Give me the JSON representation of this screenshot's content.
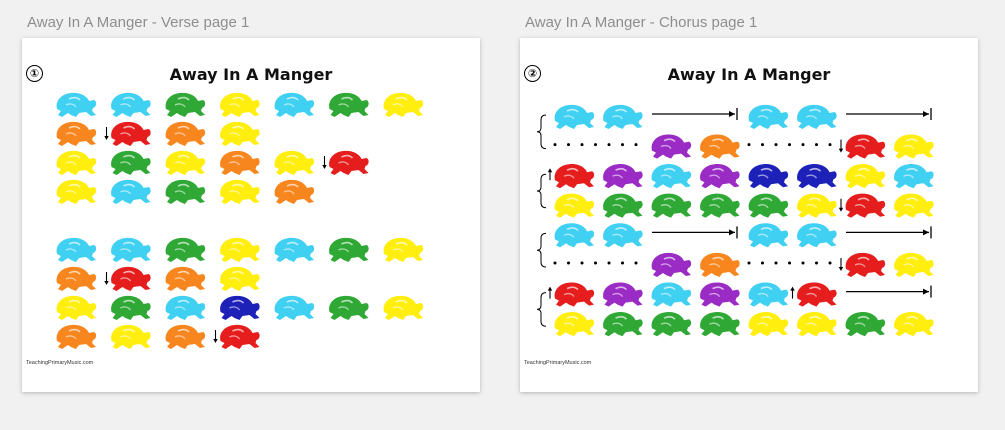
{
  "palette": {
    "C": "#3fd0f2",
    "G": "#2fa836",
    "Y": "#ffee0e",
    "O": "#f7861f",
    "R": "#e51d1d",
    "P": "#9a2bc4",
    "B": "#1d21b8"
  },
  "pages": [
    {
      "label": "Away In A Manger - Verse page 1",
      "number": "①",
      "title": "Away In A Manger",
      "footer": "TeachingPrimaryMusic.com",
      "rows": [
        [
          "C",
          "C",
          "G",
          "Y",
          "C",
          "G",
          "Y"
        ],
        [
          "O",
          "↓R",
          "O",
          "Y"
        ],
        [
          "Y",
          "G",
          "Y",
          "O",
          "Y",
          "↓R"
        ],
        [
          "Y",
          "C",
          "G",
          "Y",
          "O"
        ],
        [],
        [
          "C",
          "C",
          "G",
          "Y",
          "C",
          "G",
          "Y"
        ],
        [
          "O",
          "↓R",
          "O",
          "Y"
        ],
        [
          "Y",
          "G",
          "C",
          "B",
          "C",
          "G",
          "Y"
        ],
        [
          "O",
          "Y",
          "O",
          "↓R"
        ]
      ]
    },
    {
      "label": "Away In A Manger - Chorus page 1",
      "number": "②",
      "title": "Away In A Manger",
      "footer": "TeachingPrimaryMusic.com",
      "brace_rows": [
        1,
        3,
        5,
        7
      ],
      "rows": [
        [
          "C",
          "C",
          "—",
          "C",
          "C",
          "—"
        ],
        [
          "··",
          "P",
          "O",
          "··",
          "↓R",
          "Y"
        ],
        [
          "↑R",
          "P",
          "C",
          "P",
          "B",
          "B",
          "Y",
          "C"
        ],
        [
          "Y",
          "G",
          "G",
          "G",
          "G",
          "Y",
          "↓R",
          "Y"
        ],
        [
          "C",
          "C",
          "—",
          "C",
          "C",
          "—"
        ],
        [
          "··",
          "P",
          "O",
          "··",
          "↓R",
          "Y"
        ],
        [
          "↑R",
          "P",
          "C",
          "P",
          "C",
          "↑R",
          "—"
        ],
        [
          "Y",
          "G",
          "G",
          "G",
          "Y",
          "Y",
          "G",
          "Y"
        ]
      ]
    }
  ]
}
